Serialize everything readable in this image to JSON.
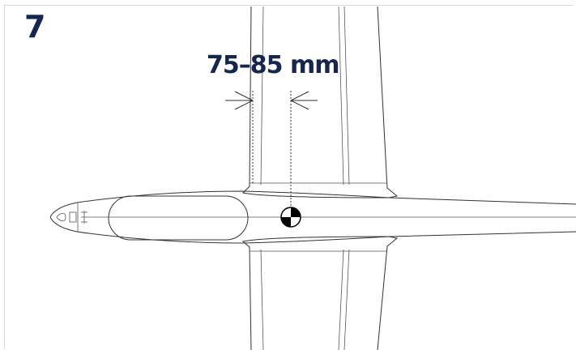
{
  "step": {
    "number": "7"
  },
  "dimension": {
    "label": "75–85 mm",
    "min_mm": 75,
    "max_mm": 85
  },
  "colors": {
    "text": "#15264f",
    "lines": "#333333",
    "cg_marker": "#000000"
  }
}
